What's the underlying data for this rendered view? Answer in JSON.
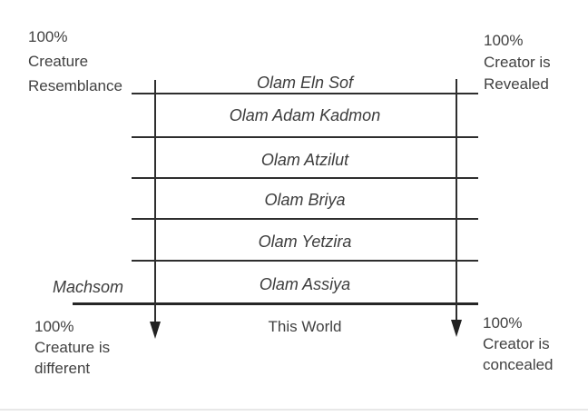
{
  "diagram": {
    "corners": {
      "top_left": [
        "100%",
        "Creature",
        "Resemblance"
      ],
      "top_right": [
        "100%",
        "Creator is",
        "Revealed"
      ],
      "bottom_left": [
        "100%",
        "Creature is",
        "different"
      ],
      "bottom_right": [
        "100%",
        "Creator is",
        "concealed"
      ]
    },
    "machsom_label": "Machsom",
    "worlds": [
      "Olam Eln Sof",
      "Olam Adam Kadmon",
      "Olam Atzilut",
      "Olam Briya",
      "Olam Yetzira",
      "Olam Assiya"
    ],
    "this_world_label": "This World",
    "colors": {
      "line": "#2e2e2e",
      "text": "#414141",
      "divider": "#e8e8e8",
      "background": "#ffffff"
    }
  }
}
